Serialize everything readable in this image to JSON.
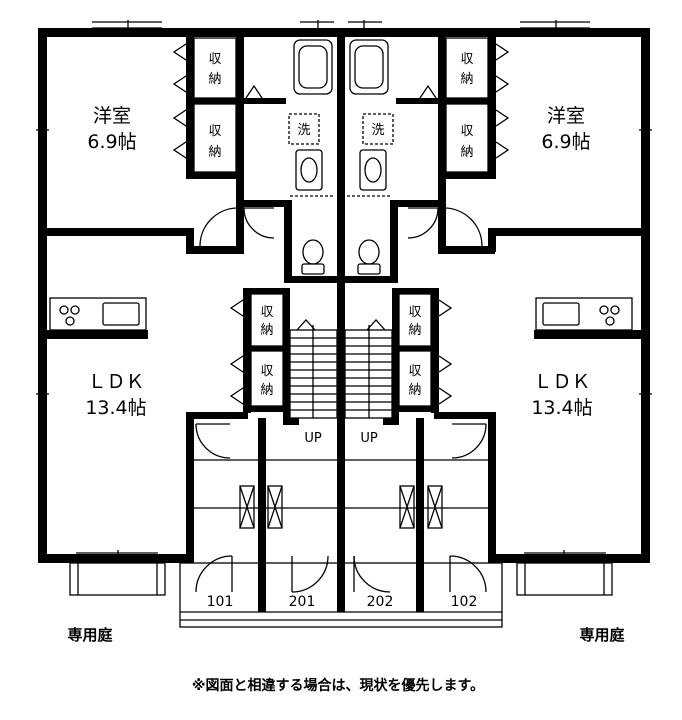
{
  "rooms": {
    "western_left": {
      "name": "洋室",
      "size": "6.9帖"
    },
    "western_right": {
      "name": "洋室",
      "size": "6.9帖"
    },
    "ldk_left": {
      "name": "ＬＤＫ",
      "size": "13.4帖"
    },
    "ldk_right": {
      "name": "ＬＤＫ",
      "size": "13.4帖"
    }
  },
  "storage": {
    "line1": "収",
    "line2": "納"
  },
  "laundry": "洗",
  "stairs_label": "UP",
  "units": [
    "101",
    "201",
    "202",
    "102"
  ],
  "garden": {
    "left": "専用庭",
    "right": "専用庭"
  },
  "note": "※図面と相違する場合は、現状を優先します。"
}
